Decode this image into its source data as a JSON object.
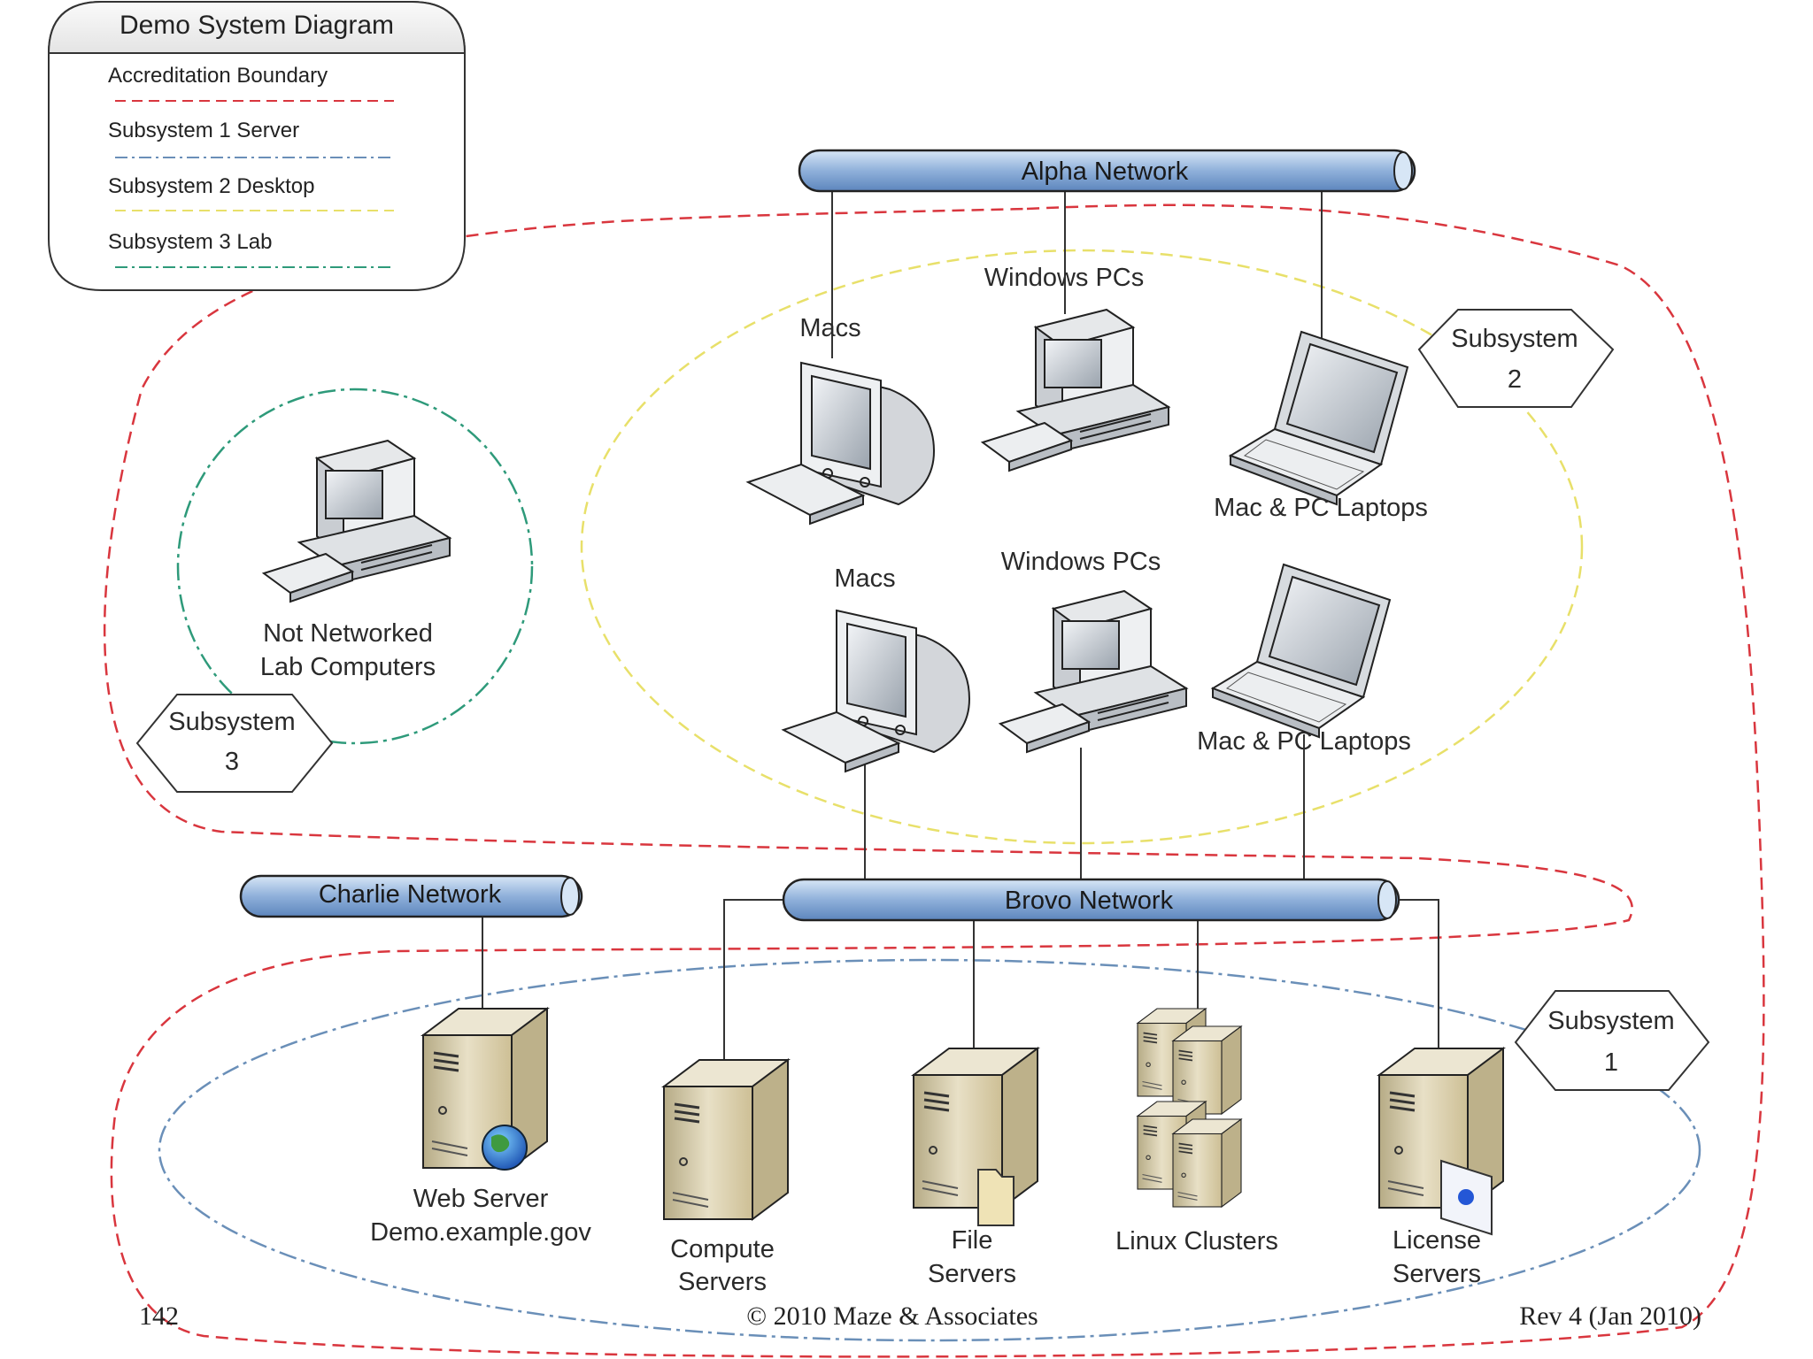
{
  "legend": {
    "title": "Demo System Diagram",
    "items": [
      {
        "label": "Accreditation Boundary",
        "color": "#d9363e"
      },
      {
        "label": "Subsystem 1 Server",
        "color": "#6a8fb8"
      },
      {
        "label": "Subsystem 2 Desktop",
        "color": "#e8e06a"
      },
      {
        "label": "Subsystem 3 Lab",
        "color": "#2e9a7a"
      }
    ]
  },
  "networks": {
    "alpha": "Alpha Network",
    "brovo": "Brovo Network",
    "charlie": "Charlie Network"
  },
  "subsystems": {
    "s1": {
      "line1": "Subsystem",
      "line2": "1"
    },
    "s2": {
      "line1": "Subsystem",
      "line2": "2"
    },
    "s3": {
      "line1": "Subsystem",
      "line2": "3"
    }
  },
  "devices": {
    "macs_top": "Macs",
    "windows_top": "Windows PCs",
    "laptops_top": "Mac & PC Laptops",
    "macs_bottom": "Macs",
    "windows_bottom": "Windows PCs",
    "laptops_bottom": "Mac & PC Laptops",
    "lab": {
      "line1": "Not Networked",
      "line2": "Lab Computers"
    },
    "web": {
      "line1": "Web Server",
      "line2": "Demo.example.gov"
    },
    "compute": {
      "line1": "Compute",
      "line2": "Servers"
    },
    "file": {
      "line1": "File",
      "line2": "Servers"
    },
    "linux": "Linux Clusters",
    "license": {
      "line1": "License",
      "line2": "Servers"
    }
  },
  "footer": {
    "page": "142",
    "copyright": "© 2010 Maze & Associates",
    "rev": "Rev 4 (Jan 2010)"
  },
  "colors": {
    "accreditation": "#d9363e",
    "subsystem1": "#6a8fb8",
    "subsystem2": "#e8e06a",
    "subsystem3": "#2e9a7a",
    "network_bar": "#9dbbe0"
  }
}
